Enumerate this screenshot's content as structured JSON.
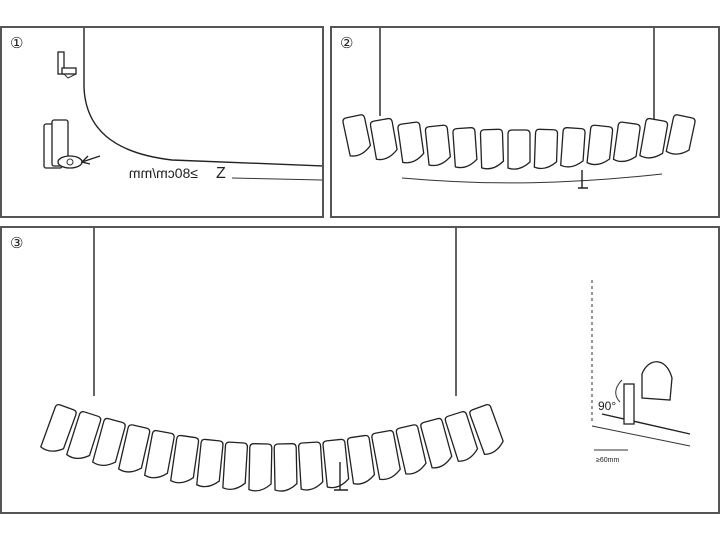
{
  "steps": [
    {
      "number": "①",
      "measurement": "≥80cm/mm",
      "arrow_mark": "Z"
    },
    {
      "number": "②"
    },
    {
      "number": "③",
      "angle_label": "90°",
      "depth_label": "≥60mm"
    }
  ]
}
